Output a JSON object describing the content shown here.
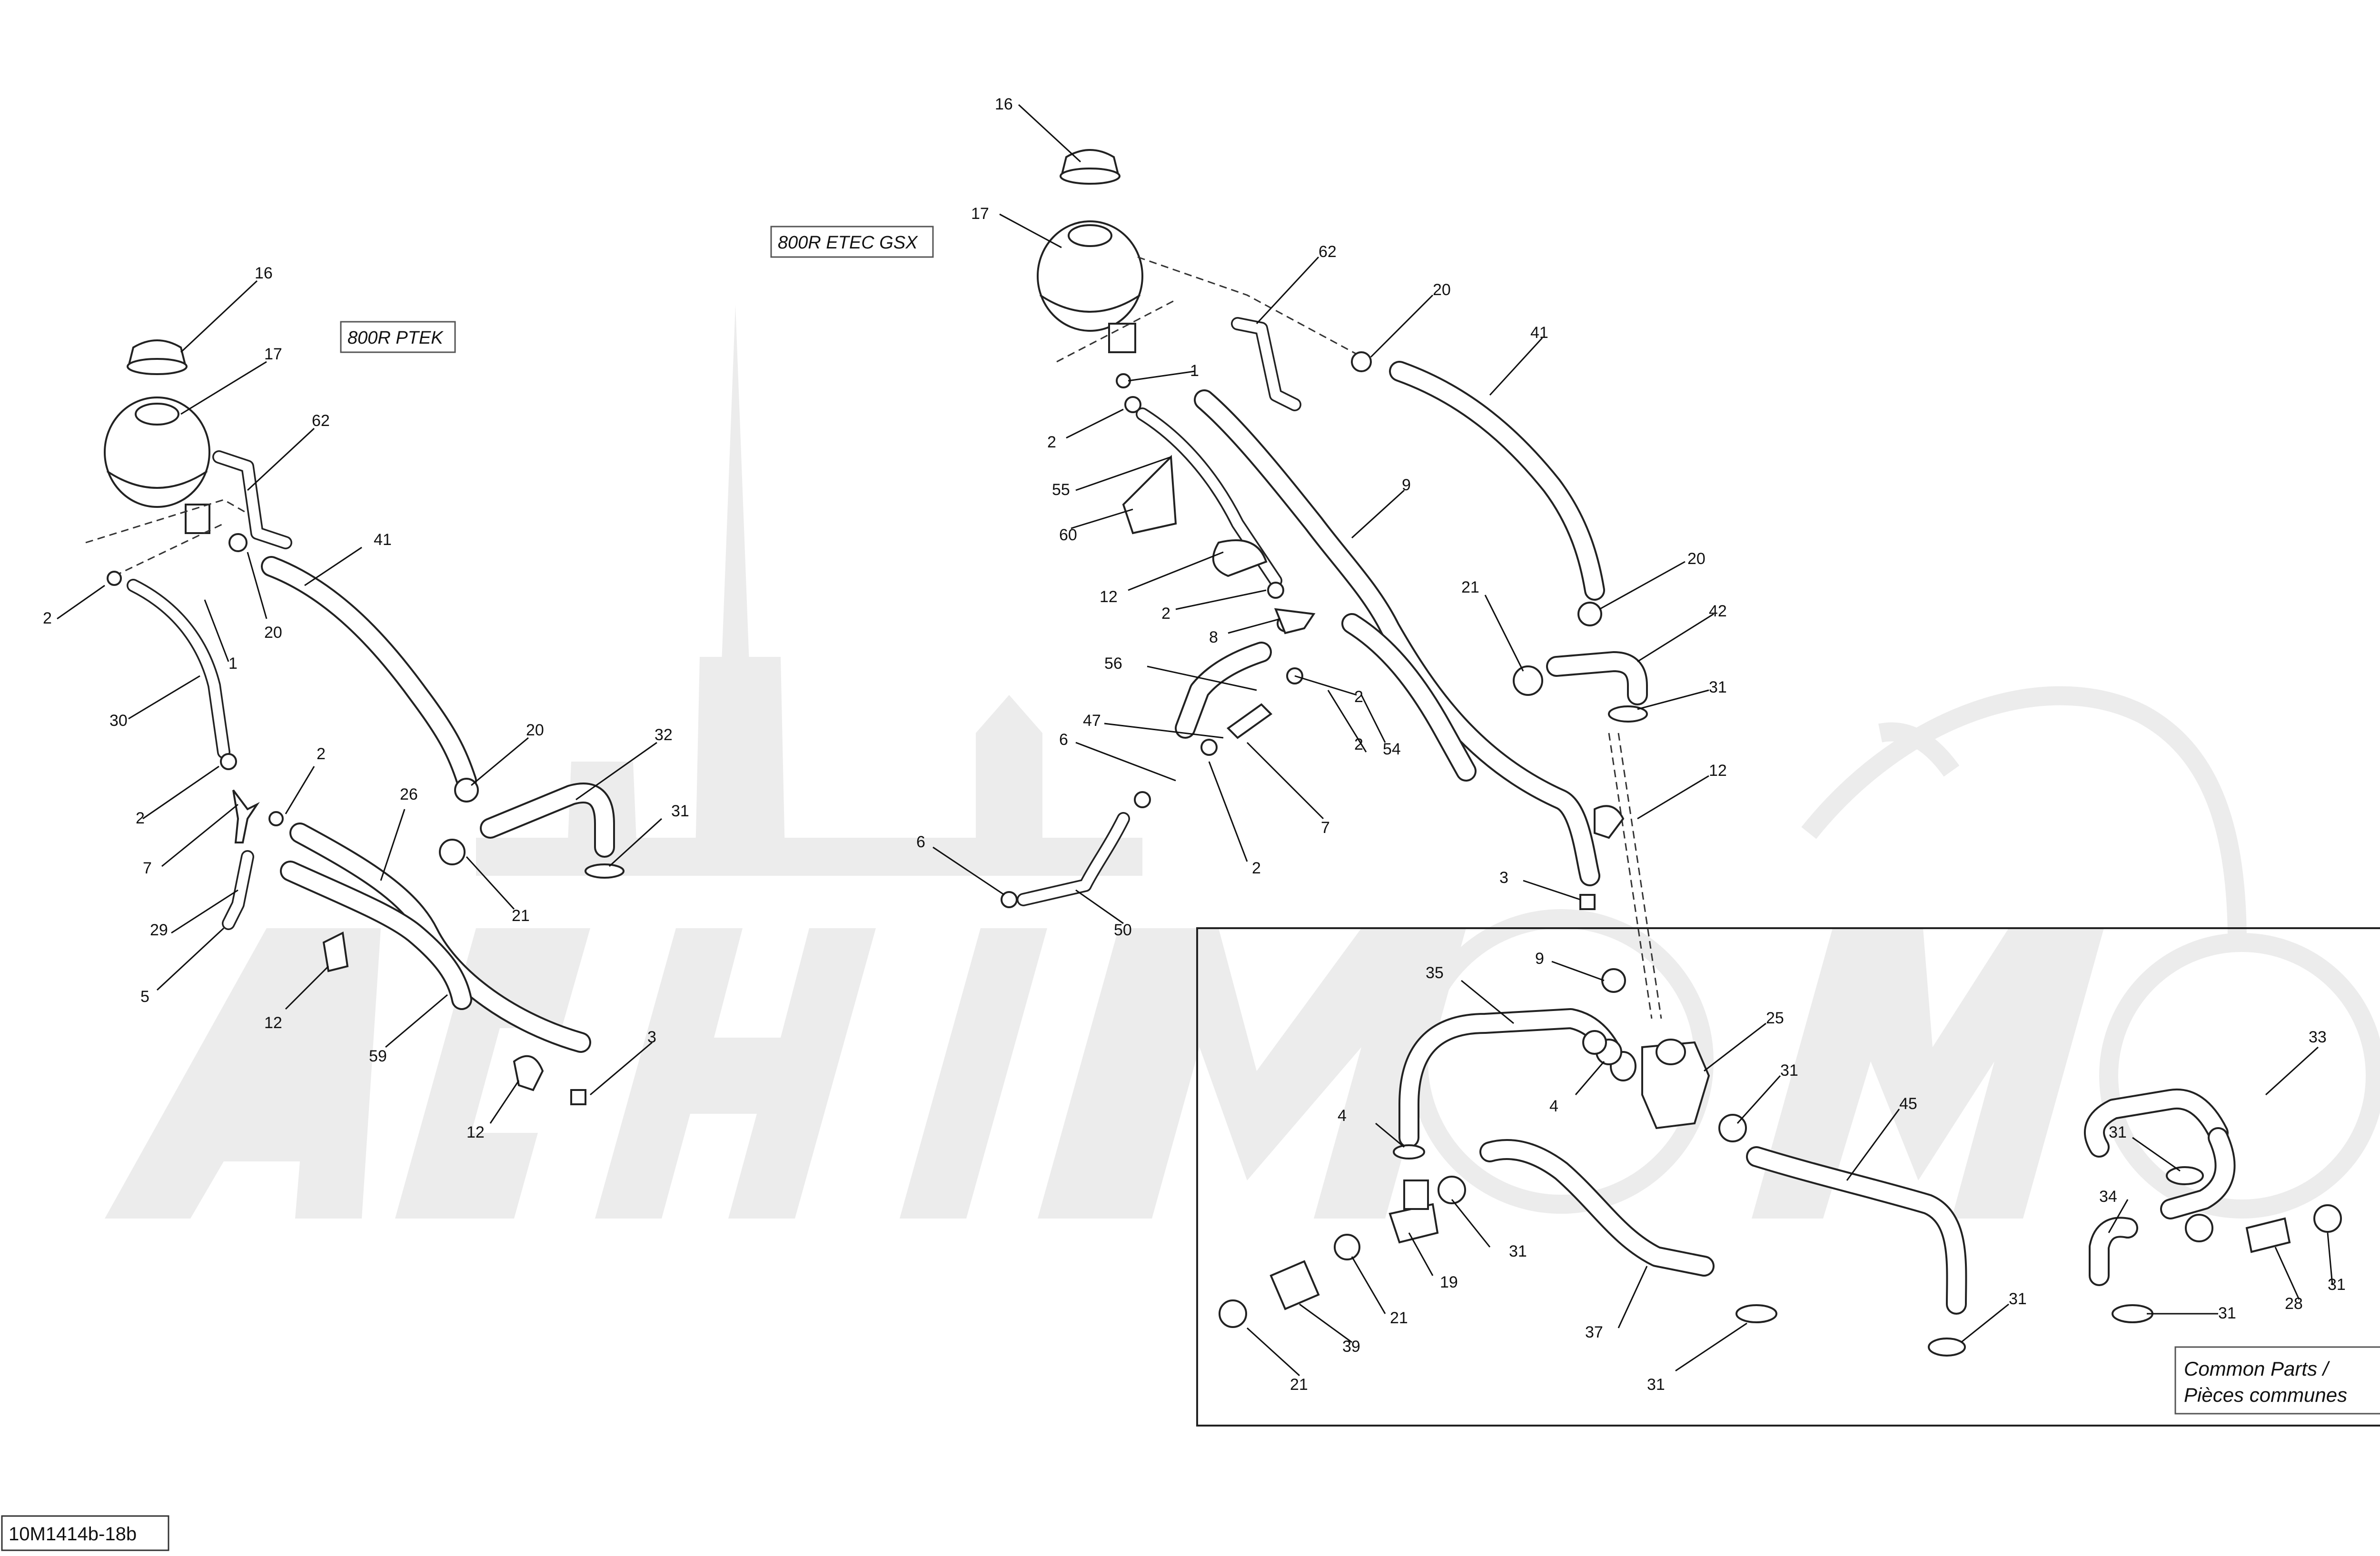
{
  "variant_labels": {
    "ptek": "800R PTEK",
    "etec": "800R ETEC GSX"
  },
  "common_parts": {
    "title_line1": "Common Parts /",
    "title_line2": "Pièces communes"
  },
  "diagram_code": "10M1414b-18b",
  "watermark_text": "AchiMoto",
  "callouts": {
    "ptek": [
      "16",
      "17",
      "62",
      "41",
      "2",
      "1",
      "20",
      "30",
      "20",
      "32",
      "2",
      "2",
      "26",
      "31",
      "7",
      "21",
      "29",
      "5",
      "12",
      "59",
      "3",
      "12"
    ],
    "etec": [
      "16",
      "17",
      "62",
      "20",
      "41",
      "1",
      "2",
      "55",
      "9",
      "60",
      "12",
      "2",
      "8",
      "56",
      "2",
      "21",
      "20",
      "42",
      "31",
      "47",
      "6",
      "2",
      "54",
      "7",
      "12",
      "2",
      "6",
      "50",
      "3"
    ],
    "common": [
      "9",
      "35",
      "25",
      "4",
      "31",
      "4",
      "45",
      "33",
      "31",
      "31",
      "19",
      "21",
      "37",
      "34",
      "31",
      "28",
      "31",
      "39",
      "21",
      "31",
      "31"
    ]
  }
}
